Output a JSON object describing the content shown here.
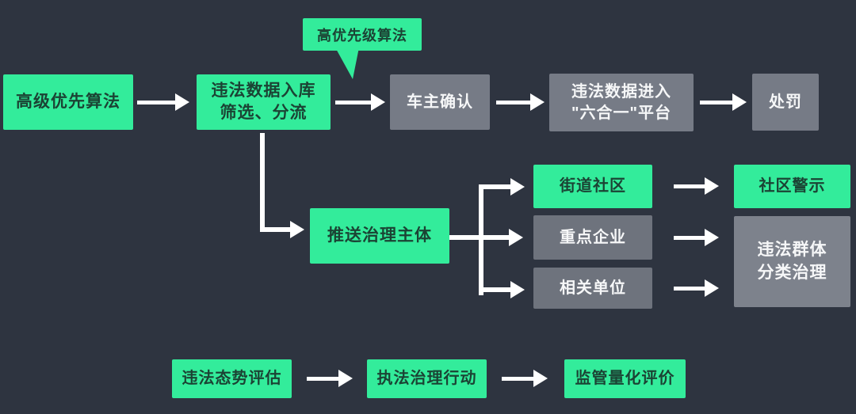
{
  "colors": {
    "background": "#2e3440",
    "green": "#33ec9b",
    "green_text": "#1b4334",
    "gray": "#767b86",
    "gray_dark": "#6e737d",
    "gray_light": "#7d828c",
    "arrow": "#ffffff"
  },
  "top_flow": {
    "advanced_priority_algorithm": "高级优先算法",
    "data_intake_line1": "违法数据入库",
    "data_intake_line2": "筛选、分流",
    "callout_high_priority": "高优先级算法",
    "owner_confirmation": "车主确认",
    "platform_entry_line1": "违法数据进入",
    "platform_entry_line2": "\"六合一\"平台",
    "punishment": "处罚"
  },
  "governance_flow": {
    "push_governance_subject": "推送治理主体",
    "street_community": "街道社区",
    "key_enterprises": "重点企业",
    "related_units": "相关单位",
    "community_warning": "社区警示",
    "illegal_group_line1": "违法群体",
    "illegal_group_line2": "分类治理"
  },
  "evaluation_flow": {
    "situation_assessment": "违法态势评估",
    "enforcement_action": "执法治理行动",
    "quantified_evaluation": "监管量化评价"
  }
}
